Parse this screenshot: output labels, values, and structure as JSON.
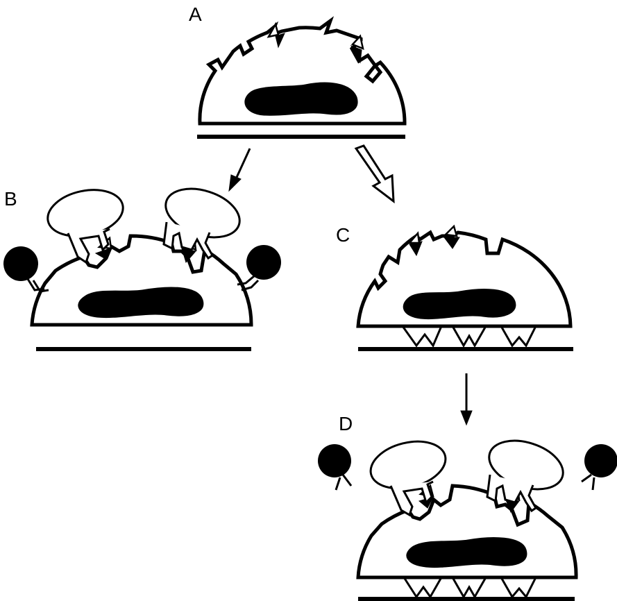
{
  "panels": {
    "a": {
      "label": "A"
    },
    "b": {
      "label": "B"
    },
    "c": {
      "label": "C"
    },
    "d": {
      "label": "D"
    }
  },
  "colors": {
    "ink": "#000000",
    "background": "#ffffff"
  }
}
